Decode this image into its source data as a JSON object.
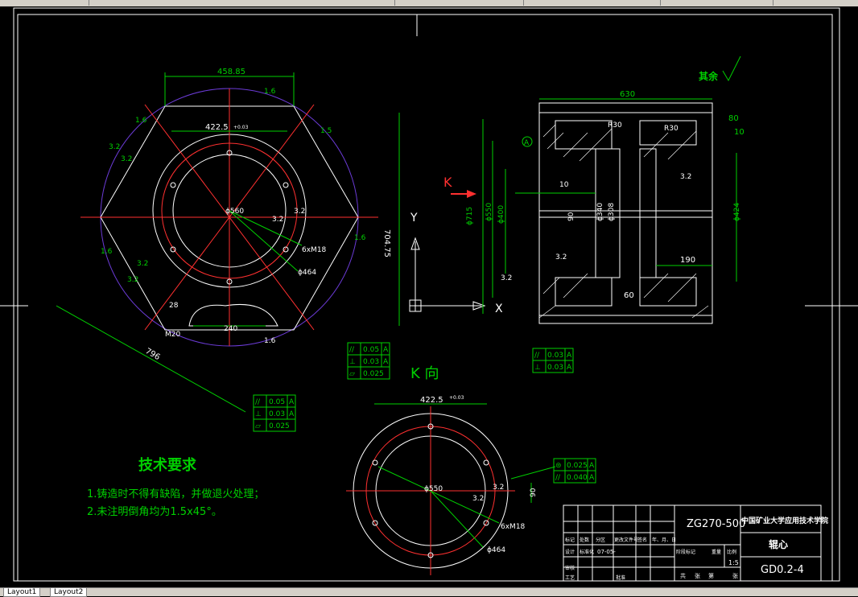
{
  "toolbar": {
    "segments": [
      "",
      "",
      "",
      "",
      ""
    ]
  },
  "drawing": {
    "front_view": {
      "dim_top": "458.85",
      "dim_left_diag_a": "1.6",
      "dim_chamfer_top": "1.6",
      "dim_left_b": "3.2",
      "dim_left_c": "3.2",
      "dim_bore_top": "422.5",
      "dim_bore_tol": "+0.03",
      "dim_phi560": "ϕ560",
      "dim_32a": "3.2",
      "dim_32b": "3.2",
      "dim_holes": "6xM18",
      "dim_phi464": "ϕ464",
      "dim_height": "704.75",
      "dim_lower_left_a": "1.6",
      "dim_lower_left_b": "3.2",
      "dim_lower_left_c": "3.2",
      "dim_28": "28",
      "dim_m20": "M20",
      "dim_240": "240",
      "dim_bottom_16": "1.6",
      "dim_796": "796",
      "dim_right_16": "1.6",
      "dim_right_15": "1.5"
    },
    "tolerance_box_a": [
      {
        "sym": "//",
        "val": "0.05",
        "ref": "A"
      },
      {
        "sym": "⊥",
        "val": "0.03",
        "ref": "A"
      },
      {
        "sym": "▱",
        "val": "0.025",
        "ref": ""
      }
    ],
    "tolerance_box_b": [
      {
        "sym": "//",
        "val": "0.05",
        "ref": "A"
      },
      {
        "sym": "⊥",
        "val": "0.03",
        "ref": "A"
      },
      {
        "sym": "▱",
        "val": "0.025",
        "ref": ""
      }
    ],
    "ucs": {
      "y": "Y",
      "x": "X"
    },
    "k_arrow": "K",
    "side_view": {
      "qiyu": "其余",
      "dim_630": "630",
      "dim_80": "80",
      "dim_10a": "10",
      "dim_r30a": "R30",
      "dim_r30b": "R30",
      "dim_a": "A",
      "dim_10b": "10",
      "dim_32a": "3.2",
      "dim_715": "ϕ715",
      "dim_550": "ϕ550",
      "dim_400": "ϕ400",
      "dim_90": "90",
      "dim_340": "ϕ340",
      "dim_308": "ϕ308",
      "dim_424": "ϕ424",
      "dim_32b": "3.2",
      "dim_32c": "3.2",
      "dim_190": "190",
      "dim_60": "60"
    },
    "tolerance_box_c": [
      {
        "sym": "//",
        "val": "0.03",
        "ref": "A"
      },
      {
        "sym": "⊥",
        "val": "0.03",
        "ref": "A"
      }
    ],
    "k_view": {
      "title": "K 向",
      "dim_422": "422.5",
      "dim_tol": "+0.03",
      "dim_phi550": "ϕ550",
      "dim_32a": "3.2",
      "dim_32b": "3.2",
      "dim_90": "90",
      "dim_holes": "6xM18",
      "dim_phi464": "ϕ464"
    },
    "tolerance_box_d": [
      {
        "sym": "⊜",
        "val": "0.025",
        "ref": "A"
      },
      {
        "sym": "//",
        "val": "0.040",
        "ref": "A"
      }
    ],
    "tech_req": {
      "title": "技术要求",
      "line1": "1.铸造时不得有缺陷，并做退火处理；",
      "line2": "2.未注明倒角均为1.5x45°。"
    },
    "title_block": {
      "material": "ZG270-500",
      "school": "中国矿业大学应用技术学院",
      "part_name": "辊心",
      "drawing_no": "GD0.2-4",
      "scale": "1:5",
      "date": "07-05-",
      "labels": {
        "mark": "标记",
        "count": "处数",
        "zone": "分区",
        "change_doc": "更改文件号",
        "sign": "签名",
        "ymd": "年、月、日",
        "design": "设计",
        "standard": "标准化",
        "stage_mark": "阶段标记",
        "weight": "重量",
        "ratio": "比例",
        "review": "审核",
        "craft": "工艺",
        "approve": "批准",
        "total": "共",
        "sheet": "张",
        "no": "第",
        "sheet2": "张"
      }
    }
  },
  "layout_tabs": [
    "Layout1",
    "Layout2"
  ]
}
